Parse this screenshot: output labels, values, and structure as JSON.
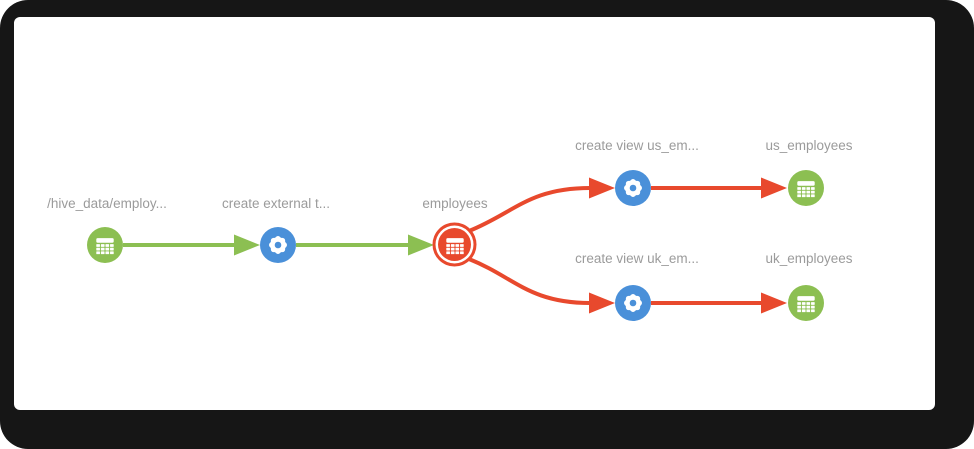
{
  "diagram": {
    "kind": "lineage-graph",
    "colors": {
      "green": "#8cbf52",
      "blue": "#4a90d9",
      "red": "#e8492d",
      "label": "#9b9b9b"
    },
    "nodes": [
      {
        "label": "/hive_data/employ...",
        "type": "dataset",
        "icon": "table-icon",
        "color": "#8cbf52",
        "selected": false
      },
      {
        "label": "create external t...",
        "type": "process",
        "icon": "gear-icon",
        "color": "#4a90d9",
        "selected": false
      },
      {
        "label": "employees",
        "type": "dataset",
        "icon": "table-icon",
        "color": "#e8492d",
        "selected": true
      },
      {
        "label": "create view us_em...",
        "type": "process",
        "icon": "gear-icon",
        "color": "#4a90d9",
        "selected": false
      },
      {
        "label": "us_employees",
        "type": "dataset",
        "icon": "table-icon",
        "color": "#8cbf52",
        "selected": false
      },
      {
        "label": "create view uk_em...",
        "type": "process",
        "icon": "gear-icon",
        "color": "#4a90d9",
        "selected": false
      },
      {
        "label": "uk_employees",
        "type": "dataset",
        "icon": "table-icon",
        "color": "#8cbf52",
        "selected": false
      }
    ],
    "edges": [
      {
        "from": "/hive_data/employ...",
        "to": "create external t...",
        "color": "#8cbf52"
      },
      {
        "from": "create external t...",
        "to": "employees",
        "color": "#8cbf52"
      },
      {
        "from": "employees",
        "to": "create view us_em...",
        "color": "#e8492d"
      },
      {
        "from": "create view us_em...",
        "to": "us_employees",
        "color": "#e8492d"
      },
      {
        "from": "employees",
        "to": "create view uk_em...",
        "color": "#e8492d"
      },
      {
        "from": "create view uk_em...",
        "to": "uk_employees",
        "color": "#e8492d"
      }
    ]
  }
}
